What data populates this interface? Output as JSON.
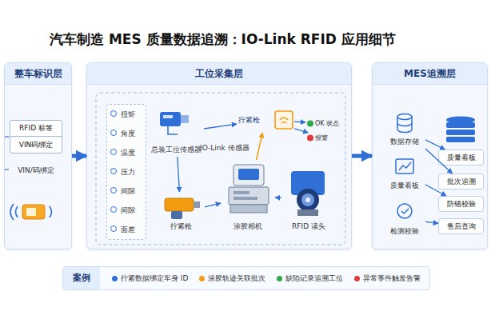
{
  "diagram": {
    "title": "汽车制造 MES 质量数据追溯：IO-Link RFID 应用细节",
    "nodes": [
      {
        "text": [
          "整车标识层"
        ]
      },
      {
        "text": [
          "RFID 标签",
          "VIN码绑定"
        ],
        "in": 0
      },
      {
        "text": [
          "工位采集层"
        ]
      },
      {
        "text": [
          "扭矩",
          "角度",
          "温度",
          "压力",
          "间隙",
          "间隙",
          "面差"
        ],
        "in": 2
      },
      {
        "text": [
          "总装工位传感器"
        ],
        "in": 2
      },
      {
        "text": [
          "拧紧枪"
        ],
        "in": 2
      },
      {
        "text": [
          "OK 状态"
        ],
        "in": 2
      },
      {
        "text": [
          "报警"
        ],
        "in": 2
      },
      {
        "text": [
          "涂胶相机"
        ],
        "in": 2
      },
      {
        "text": [
          "拧紧枪"
        ],
        "in": 2
      },
      {
        "text": [
          "RFID 读头"
        ],
        "in": 2
      },
      {
        "text": [
          "MES追溯层"
        ]
      },
      {
        "text": [
          "数据存储"
        ],
        "in": 11
      },
      {
        "text": [
          "质量看板"
        ],
        "in": 11
      },
      {
        "text": [
          "检测校验"
        ],
        "in": 11
      },
      {
        "text": [
          "质量看板"
        ],
        "in": 11
      },
      {
        "text": [
          "批次追溯"
        ],
        "in": 11
      },
      {
        "text": [
          "防错校验"
        ],
        "in": 11
      },
      {
        "text": [
          "售后查询"
        ],
        "in": 11
      },
      {
        "text": [
          "案例"
        ]
      }
    ],
    "edges": [
      {
        "from": 0,
        "to": 2,
        "arrow": "to"
      },
      {
        "from": 2,
        "to": 11,
        "arrow": "to"
      },
      {
        "from": 4,
        "to": 5,
        "arrow": "to"
      },
      {
        "from": 5,
        "to": 6,
        "arrow": "to"
      },
      {
        "from": 5,
        "to": 7,
        "arrow": "to"
      },
      {
        "from": 4,
        "to": 9,
        "arrow": "to"
      },
      {
        "from": 9,
        "to": 8,
        "arrow": "to"
      },
      {
        "from": 10,
        "to": 8,
        "arrow": "to"
      },
      {
        "from": 8,
        "to": 5,
        "arrow": "to"
      },
      {
        "from": 12,
        "to": 15,
        "arrow": "to"
      },
      {
        "from": 12,
        "to": 16,
        "arrow": "to"
      },
      {
        "from": 13,
        "to": 17,
        "arrow": "to"
      },
      {
        "from": 14,
        "to": 18,
        "arrow": "to"
      }
    ],
    "labels": [
      "VIN/码绑定",
      "IO-Link 传感器"
    ],
    "legend": [
      {
        "text": "拧紧数据绑定车身 ID",
        "color": "#2f6fd6"
      },
      {
        "text": "涂胶轨迹关联批次",
        "color": "#f39c12"
      },
      {
        "text": "缺陷记录追溯工位",
        "color": "#2eaa4a"
      },
      {
        "text": "异常事件触发告警",
        "color": "#e03b3b"
      }
    ]
  }
}
